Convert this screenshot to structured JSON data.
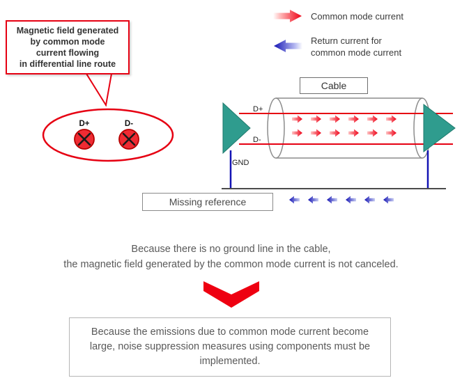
{
  "callout": {
    "lines": [
      "Magnetic field generated",
      "by common mode",
      "current flowing",
      "in differential line route"
    ]
  },
  "legend": {
    "common_mode_label": "Common mode current",
    "return_label_line1": "Return current for",
    "return_label_line2": "common mode current"
  },
  "field_loop": {
    "d_plus": "D+",
    "d_minus": "D-"
  },
  "cable": {
    "title": "Cable",
    "d_plus": "D+",
    "d_minus": "D-",
    "gnd": "GND"
  },
  "ground": {
    "missing_reference": "Missing reference"
  },
  "caption": {
    "line1": "Because there is no ground line in the cable,",
    "line2": "the magnetic field generated by the common mode current is not canceled."
  },
  "conclusion": {
    "text": "Because the emissions due to common mode current become large, noise suppression measures using components must be implemented."
  },
  "colors": {
    "red": "#e60012",
    "blue": "#1414b4",
    "teal": "#2f9c8e",
    "text_gray": "#595959"
  }
}
